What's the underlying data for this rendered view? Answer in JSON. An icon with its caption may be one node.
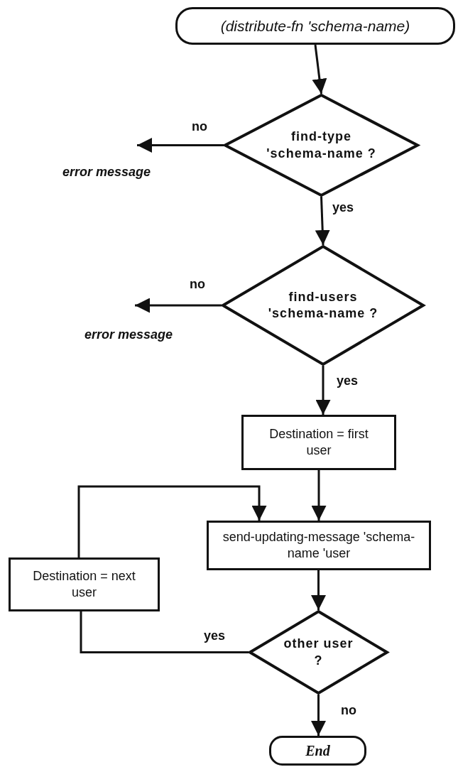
{
  "diagram": {
    "nodes": [
      {
        "text": [
          "(distribute-fn 'schema-name)"
        ]
      },
      {
        "text": [
          "find-type 'schema-name ?"
        ]
      },
      {
        "text": [
          "find-users 'schema-name ?"
        ]
      },
      {
        "text": [
          "Destination = first user"
        ]
      },
      {
        "text": [
          "send-updating-message 'schema-name 'user"
        ]
      },
      {
        "text": [
          "Destination = next user"
        ]
      },
      {
        "text": [
          "other user ?"
        ]
      },
      {
        "text": [
          "End"
        ]
      }
    ],
    "edges": [
      {
        "from": 0,
        "to": 1,
        "arrow": "to"
      },
      {
        "from": 1,
        "to": null,
        "arrow": "to",
        "label": "no"
      },
      {
        "from": 1,
        "to": 2,
        "arrow": "to",
        "label": "yes"
      },
      {
        "from": 2,
        "to": null,
        "arrow": "to",
        "label": "no"
      },
      {
        "from": 2,
        "to": 3,
        "arrow": "to",
        "label": "yes"
      },
      {
        "from": 3,
        "to": 4,
        "arrow": "to"
      },
      {
        "from": 4,
        "to": 6,
        "arrow": "to"
      },
      {
        "from": 6,
        "to": 5,
        "arrow": "none",
        "label": "yes"
      },
      {
        "from": 5,
        "to": 4,
        "arrow": "to"
      },
      {
        "from": 6,
        "to": 7,
        "arrow": "to",
        "label": "no"
      }
    ],
    "labels": [
      "error message",
      "error message"
    ]
  }
}
